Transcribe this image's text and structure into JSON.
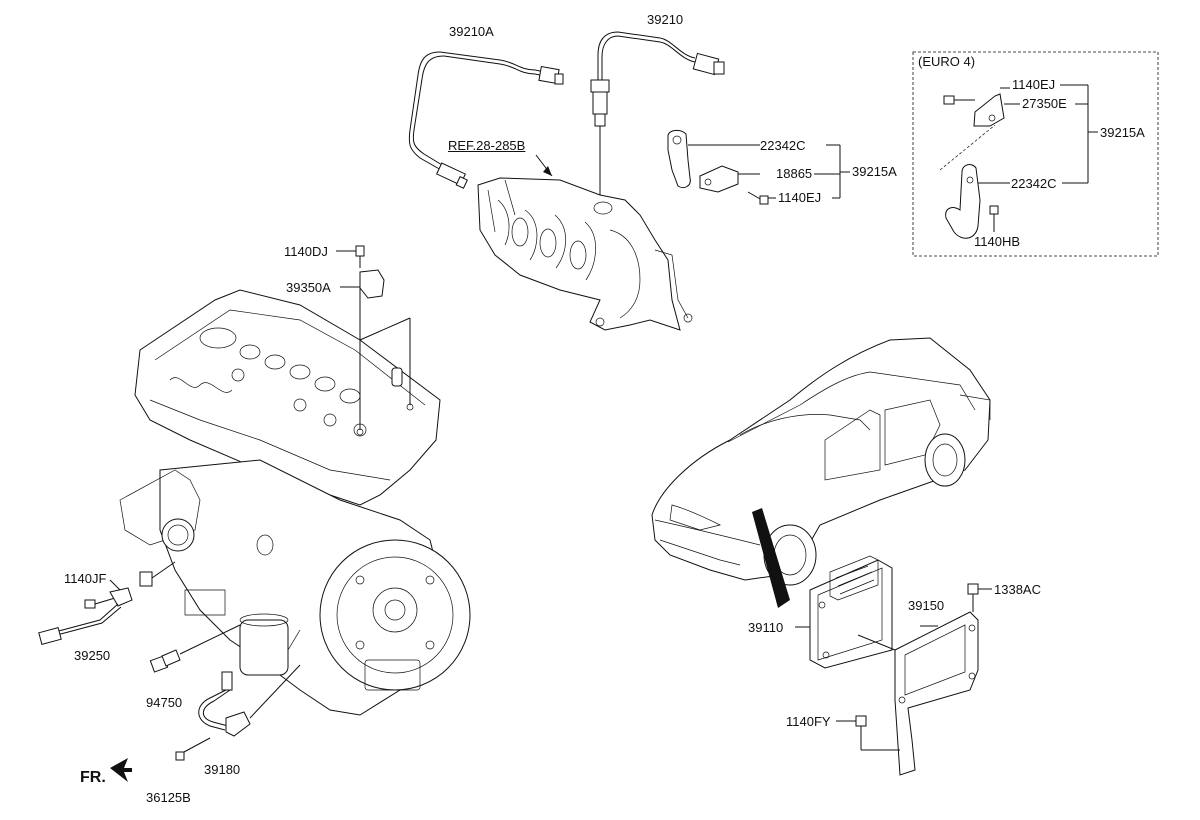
{
  "variant_box": {
    "title": "(EURO 4)"
  },
  "labels": {
    "p39210A": "39210A",
    "p39210": "39210",
    "ref": "REF.28-285B",
    "p22342C_a": "22342C",
    "p18865": "18865",
    "p1140EJ_a": "1140EJ",
    "p39215A_a": "39215A",
    "p1140EJ_b": "1140EJ",
    "p27350E": "27350E",
    "p39215A_b": "39215A",
    "p22342C_b": "22342C",
    "p1140HB": "1140HB",
    "p1140DJ": "1140DJ",
    "p39350A": "39350A",
    "p1140JF": "1140JF",
    "p39250": "39250",
    "p94750": "94750",
    "p39180": "39180",
    "p36125B": "36125B",
    "fr": "FR.",
    "p39110": "39110",
    "p39150": "39150",
    "p1338AC": "1338AC",
    "p1140FY": "1140FY"
  }
}
